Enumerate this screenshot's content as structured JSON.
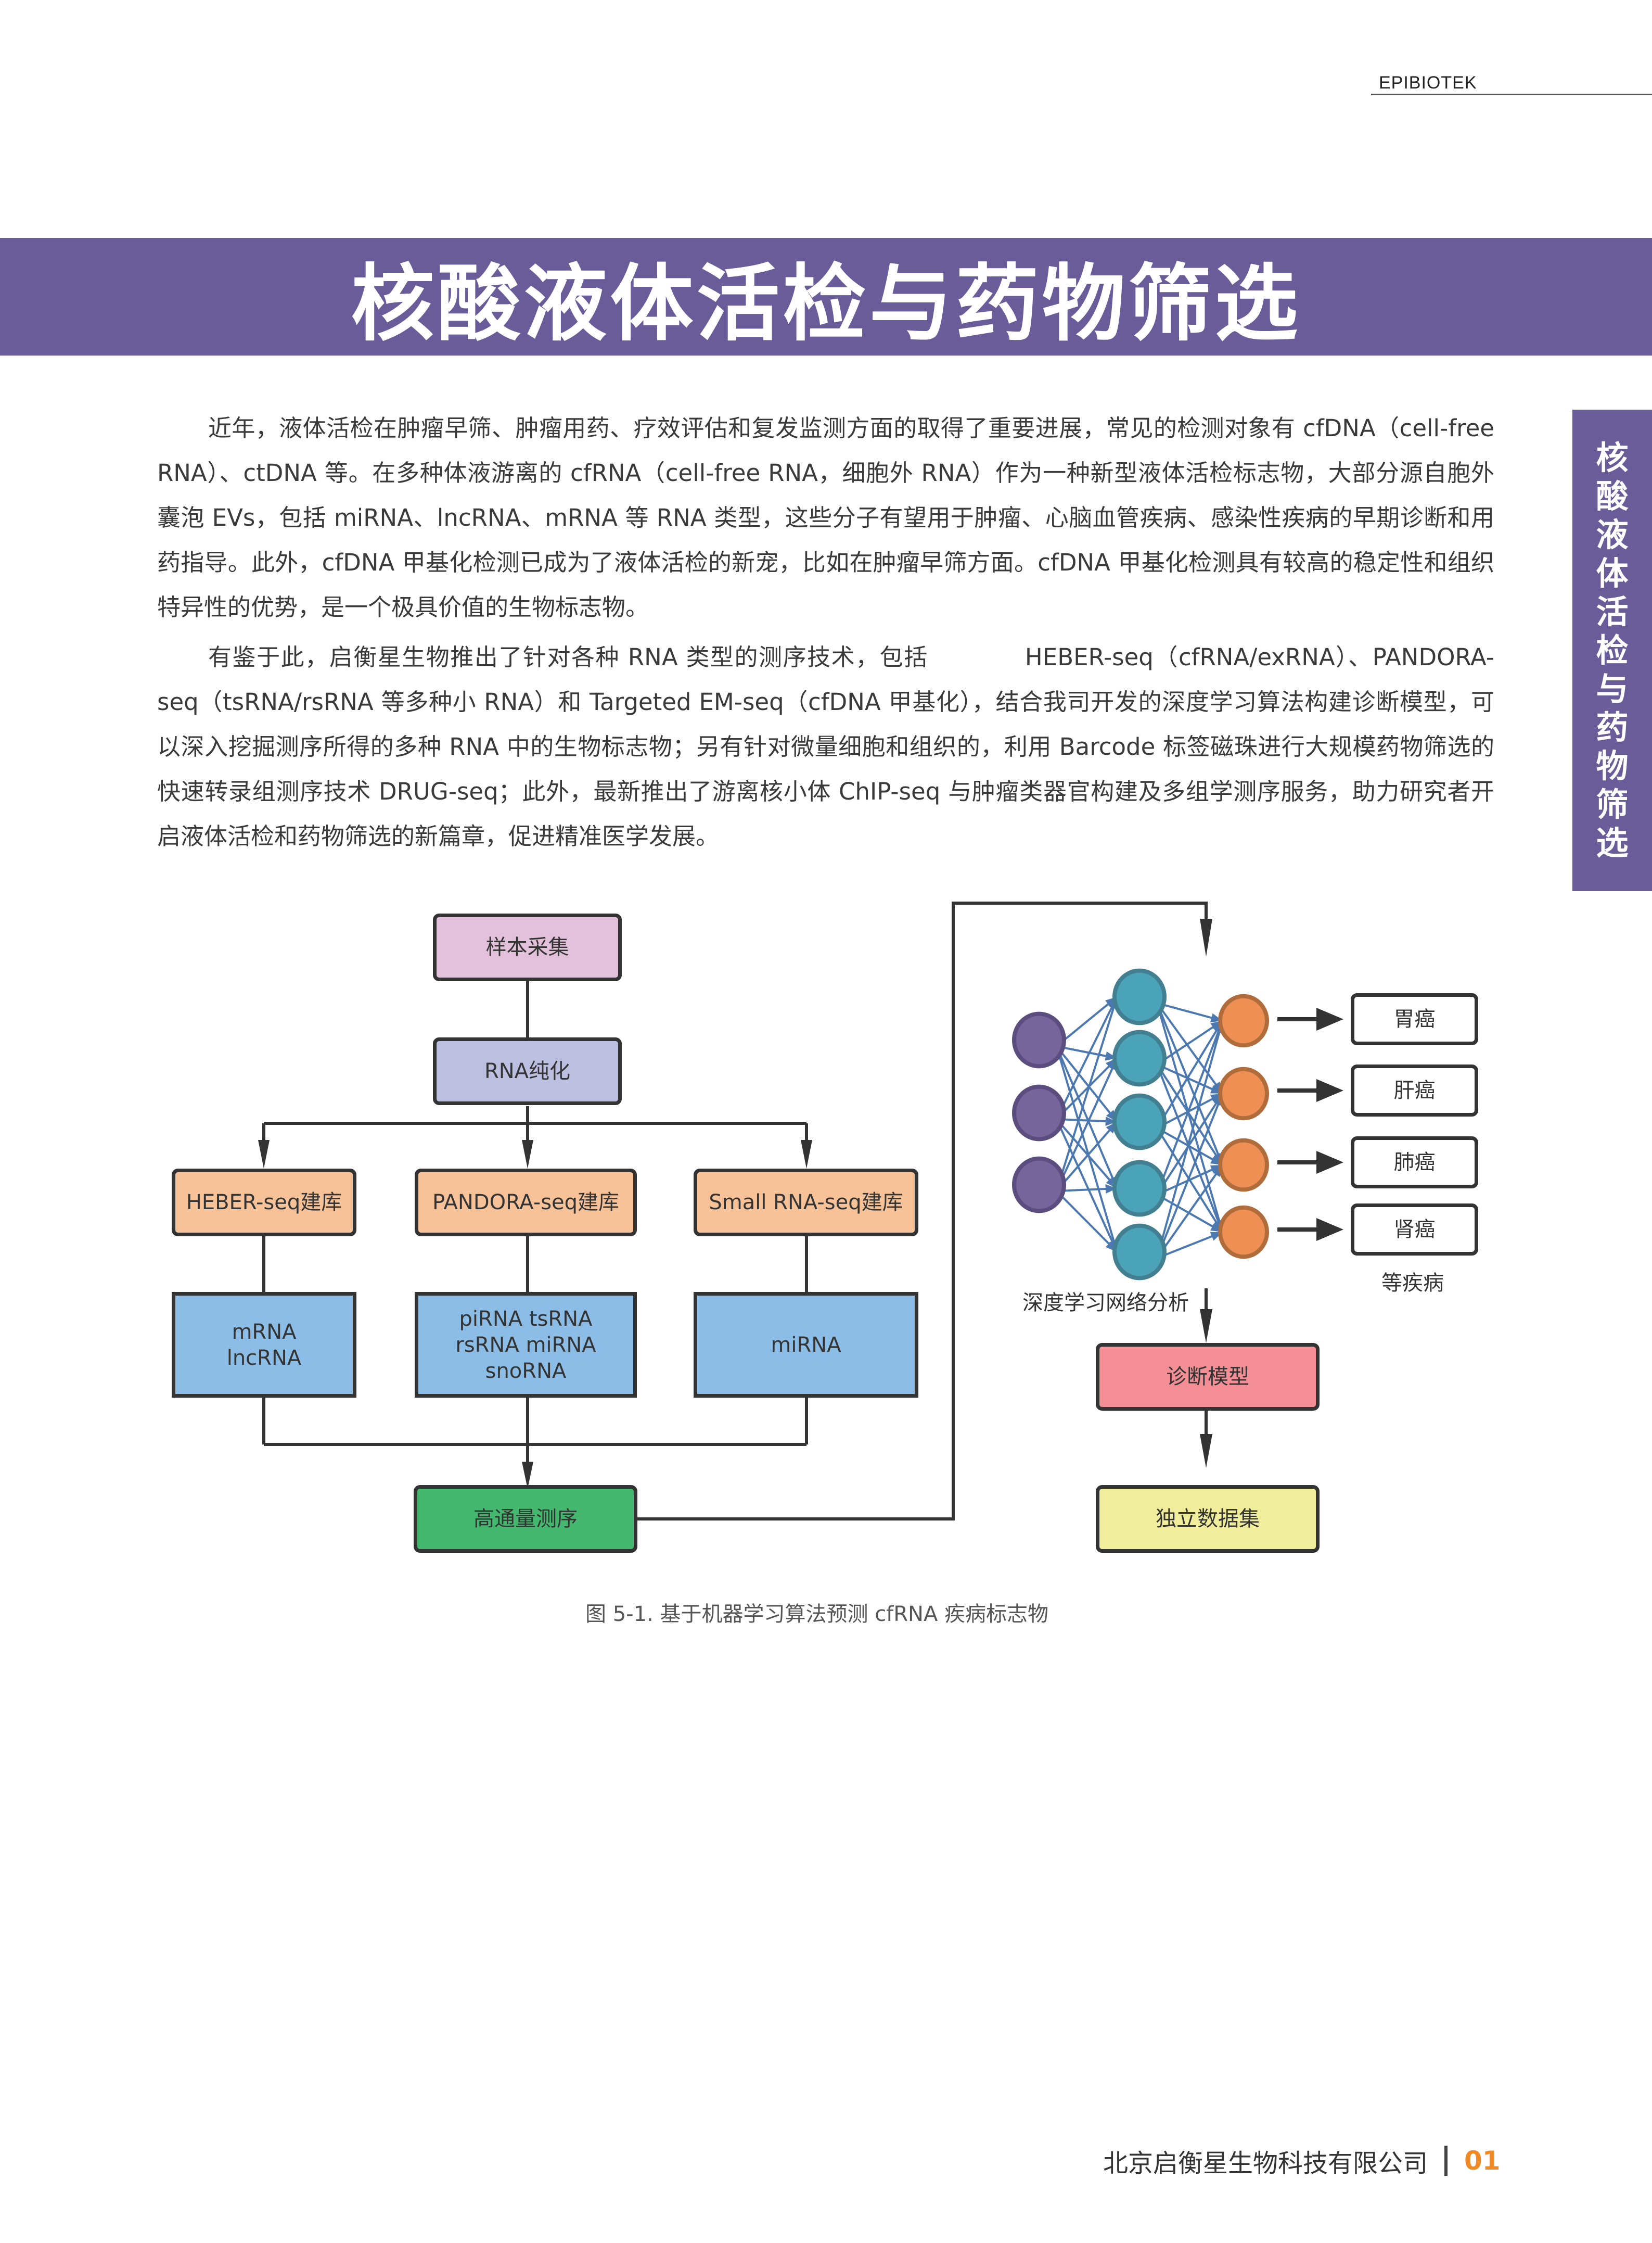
{
  "header": {
    "brand": "EPIBIOTEK"
  },
  "title": "核酸液体活检与药物筛选",
  "side_tab": [
    "核",
    "酸",
    "液",
    "体",
    "活",
    "检",
    "与",
    "药",
    "物",
    "筛",
    "选"
  ],
  "paragraphs": [
    "近年，液体活检在肿瘤早筛、肿瘤用药、疗效评估和复发监测方面的取得了重要进展，常见的检测对象有 cfDNA（cell-free RNA）、ctDNA 等。在多种体液游离的 cfRNA（cell-free RNA，细胞外 RNA）作为一种新型液体活检标志物，大部分源自胞外囊泡 EVs，包括 miRNA、lncRNA、mRNA 等 RNA 类型，这些分子有望用于肿瘤、心脑血管疾病、感染性疾病的早期诊断和用药指导。此外，cfDNA 甲基化检测已成为了液体活检的新宠，比如在肿瘤早筛方面。cfDNA 甲基化检测具有较高的稳定性和组织特异性的优势，是一个极具价值的生物标志物。",
    "有鉴于此，启衡星生物推出了针对各种 RNA 类型的测序技术，包括　　　　HEBER-seq（cfRNA/exRNA）、PANDORA-seq（tsRNA/rsRNA 等多种小 RNA）和 Targeted EM-seq（cfDNA 甲基化），结合我司开发的深度学习算法构建诊断模型，可以深入挖掘测序所得的多种 RNA 中的生物标志物；另有针对微量细胞和组织的，利用 Barcode 标签磁珠进行大规模药物筛选的快速转录组测序技术 DRUG-seq；此外，最新推出了游离核小体 ChIP-seq 与肿瘤类器官构建及多组学测序服务，助力研究者开启液体活检和药物筛选的新篇章，促进精准医学发展。"
  ],
  "diagram": {
    "sample_collection": "样本采集",
    "rna_purification": "RNA纯化",
    "libraries": [
      "HEBER-seq建库",
      "PANDORA-seq建库",
      "Small RNA-seq建库"
    ],
    "rna_types": [
      "mRNA\nlncRNA",
      "piRNA  tsRNA\nrsRNA miRNA\nsnoRNA",
      "miRNA"
    ],
    "sequencing": "高通量测序",
    "network_label": "深度学习网络分析",
    "diseases": [
      "胃癌",
      "肝癌",
      "肺癌",
      "肾癌"
    ],
    "diseases_more": "等疾病",
    "diagnostic_model": "诊断模型",
    "independent_dataset": "独立数据集",
    "network_layers": {
      "input": 3,
      "hidden": 5,
      "output": 4
    },
    "colors": {
      "sample": "#e3c1db",
      "purify": "#bcbfe0",
      "library": "#f7c298",
      "types": "#8bbde6",
      "sequencing": "#43b86e",
      "model": "#f38f94",
      "dataset": "#f0ee9b",
      "node_input": "#75659c",
      "node_hidden": "#4aa3b8",
      "node_output": "#ee8f54",
      "edge": "#4b78ae"
    }
  },
  "caption": "图 5-1. 基于机器学习算法预测 cfRNA 疾病标志物",
  "footer": {
    "company": "北京启衡星生物科技有限公司",
    "page": "01"
  }
}
